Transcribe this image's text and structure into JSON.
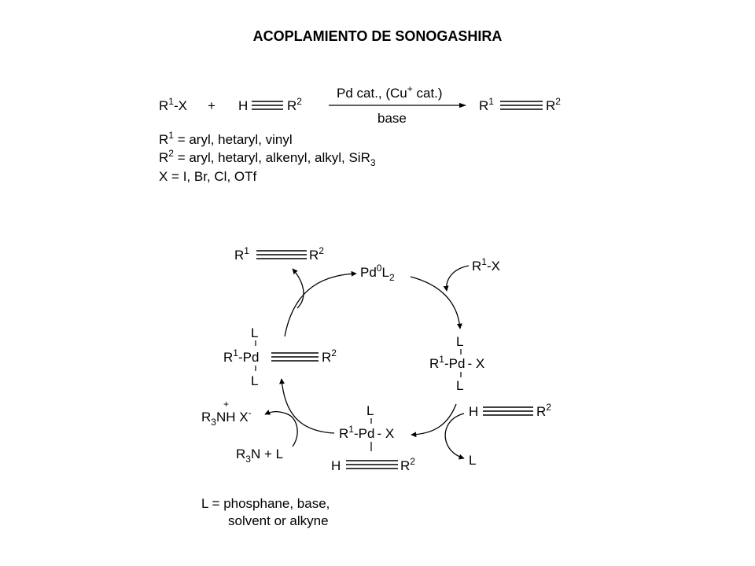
{
  "title": "ACOPLAMIENTO DE SONOGASHIRA",
  "reaction": {
    "reactant1": {
      "r": "R",
      "sup": "1",
      "tail": "-X"
    },
    "plus": "+",
    "reactant2": {
      "h": "H",
      "r": "R",
      "sup": "2"
    },
    "conditions_top": {
      "a": "Pd cat., (Cu",
      "sup": "+",
      "b": " cat.)"
    },
    "conditions_bottom": "base",
    "product": {
      "r1": "R",
      "sup1": "1",
      "r2": "R",
      "sup2": "2"
    }
  },
  "definitions": {
    "r1": {
      "r": "R",
      "sup": "1",
      "text": " = aryl, hetaryl, vinyl"
    },
    "r2": {
      "r": "R",
      "sup": "2",
      "text": " = aryl, hetaryl, alkenyl, alkyl, SiR",
      "sub": "3"
    },
    "x": "X = I, Br, Cl, OTf"
  },
  "cycle": {
    "product": {
      "r1": "R",
      "sup1": "1",
      "r2": "R",
      "sup2": "2"
    },
    "catalyst": {
      "a": "Pd",
      "sup": "0",
      "b": "L",
      "sub": "2"
    },
    "oxadd_reagent": {
      "r": "R",
      "sup": "1",
      "tail": "-X"
    },
    "complex_ox": {
      "l": "L",
      "r": "R",
      "sup": "1",
      "pd": "-Pd",
      "x": "- X"
    },
    "alkyne_in": {
      "h": "H",
      "r": "R",
      "sup": "2"
    },
    "ligand_out": "L",
    "complex_pi": {
      "l": "L",
      "r": "R",
      "sup": "1",
      "pd": "-Pd",
      "x": "- X",
      "h": "H",
      "r2": "R",
      "sup2": "2"
    },
    "base_in": {
      "a": "R",
      "sub": "3",
      "b": "N + L"
    },
    "salt_out": {
      "plus": "+",
      "a": "R",
      "sub": "3",
      "b": "NH X",
      "sup": "-"
    },
    "complex_alkynyl": {
      "l": "L",
      "r": "R",
      "sup": "1",
      "pd": "-Pd",
      "r2": "R",
      "sup2": "2"
    }
  },
  "legend": {
    "line1": "L = phosphane, base,",
    "line2": "solvent or alkyne"
  }
}
